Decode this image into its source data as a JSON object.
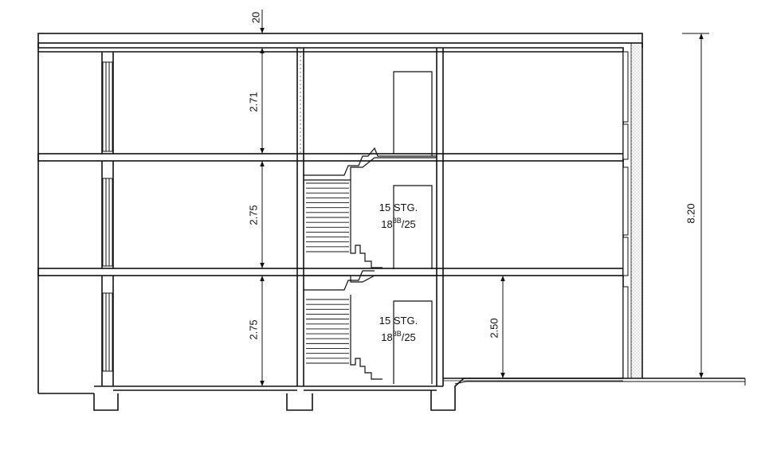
{
  "dimensions": {
    "top_slab": "20",
    "floor_height_upper": "2.71",
    "floor_height_middle": "2.75",
    "floor_height_lower": "2.75",
    "room_height_right": "2.50",
    "total_height": "8.20"
  },
  "stairs": [
    {
      "steps": "15 STG.",
      "rise_base": "18",
      "rise_sup": "3B",
      "tread": "/25"
    },
    {
      "steps": "15 STG.",
      "rise_base": "18",
      "rise_sup": "3B",
      "tread": "/25"
    }
  ],
  "colors": {
    "line": "#111111",
    "background": "#ffffff",
    "insulation": "#9a9a9a"
  }
}
